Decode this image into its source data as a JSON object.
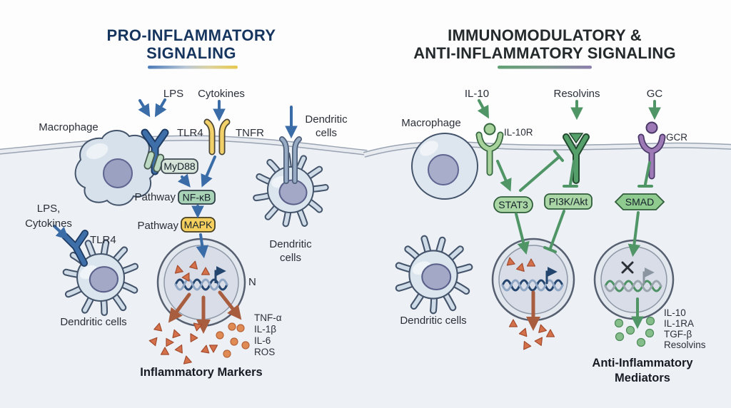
{
  "diagram": {
    "left": {
      "title": [
        "PRO-INFLAMMATORY",
        "SIGNALING"
      ],
      "ligand_lps": "LPS",
      "ligand_cytokines": "Cytokines",
      "macrophage": "Macrophage",
      "receptor_tlr4": "TLR4",
      "receptor_tnfr": "TNFR",
      "adapter_myd88": "MyD88",
      "pathway_label_1": "Pathway",
      "node_nfkb": "NF-κB",
      "pathway_label_2": "Pathway",
      "node_mapk": "MAPK",
      "dendritic_top": [
        "Dendritic",
        "cells"
      ],
      "dendritic_under_cell": [
        "Dendritic",
        "cells"
      ],
      "ligand_lps_cytokines": [
        "LPS,",
        "Cytokines"
      ],
      "receptor_tlr4_dc": "TLR4",
      "dendritic_lower_left": "Dendritic cells",
      "nucleus_label": "N",
      "markers": [
        "TNF-α",
        "IL-1β",
        "IL-6",
        "ROS"
      ],
      "caption": "Inflammatory Markers"
    },
    "right": {
      "title": [
        "IMMUNOMODULATORY &",
        "ANTI-INFLAMMATORY SIGNALING"
      ],
      "ligand_il10": "IL-10",
      "ligand_resolvins": "Resolvins",
      "ligand_gc": "GC",
      "macrophage": "Macrophage",
      "receptor_il10r": "IL-10R",
      "receptor_gcr": "GCR",
      "node_stat3": "STAT3",
      "node_pi3k": "PI3K/Akt",
      "node_smad": "SMAD",
      "dendritic": "Dendritic cells",
      "mediators": [
        "IL-10",
        "IL-1RA",
        "TGF-β",
        "Resolvins"
      ],
      "caption": [
        "Anti-Inflammatory",
        "Mediators"
      ]
    },
    "colors": {
      "pro_accent_blue": "#3a6ca7",
      "pro_accent_yellow": "#e8c94f",
      "anti_accent_green": "#4f9565",
      "anti_accent_purple": "#8d7fae",
      "inflammatory_marker_orange": "#d4714b",
      "anti_marker_green": "#85bd8b",
      "title_left_navy": "#16355e",
      "title_right_black": "#24292c",
      "membrane_gray": "#99a3b1",
      "cytoplasm_bg": "#edf0f5"
    }
  }
}
